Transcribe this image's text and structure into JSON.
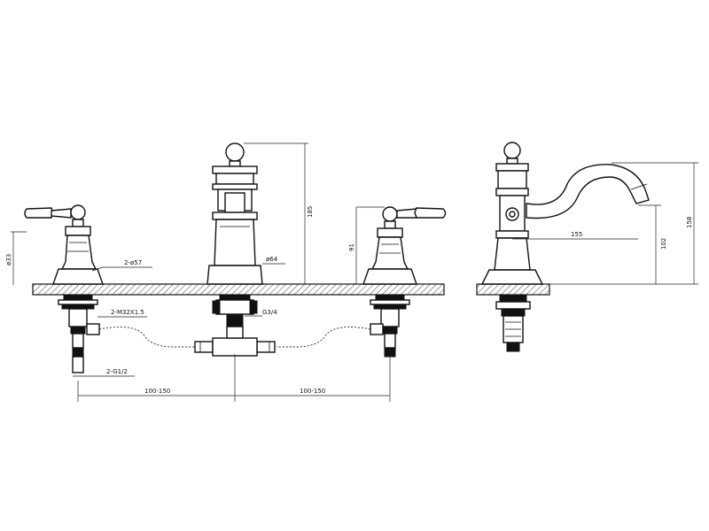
{
  "dimensions": {
    "handle_height": "ø33",
    "escutcheon_dia": "2-ø57",
    "base_dia": "ø64",
    "spout_height": "185",
    "handle_rise": "91",
    "thread_m": "2-M32X1.5",
    "thread_g34": "G3/4",
    "thread_g12": "2-G1/2",
    "spread_left": "100-150",
    "spread_right": "100-150",
    "reach": "155",
    "outlet_height": "102",
    "total_height": "158"
  }
}
